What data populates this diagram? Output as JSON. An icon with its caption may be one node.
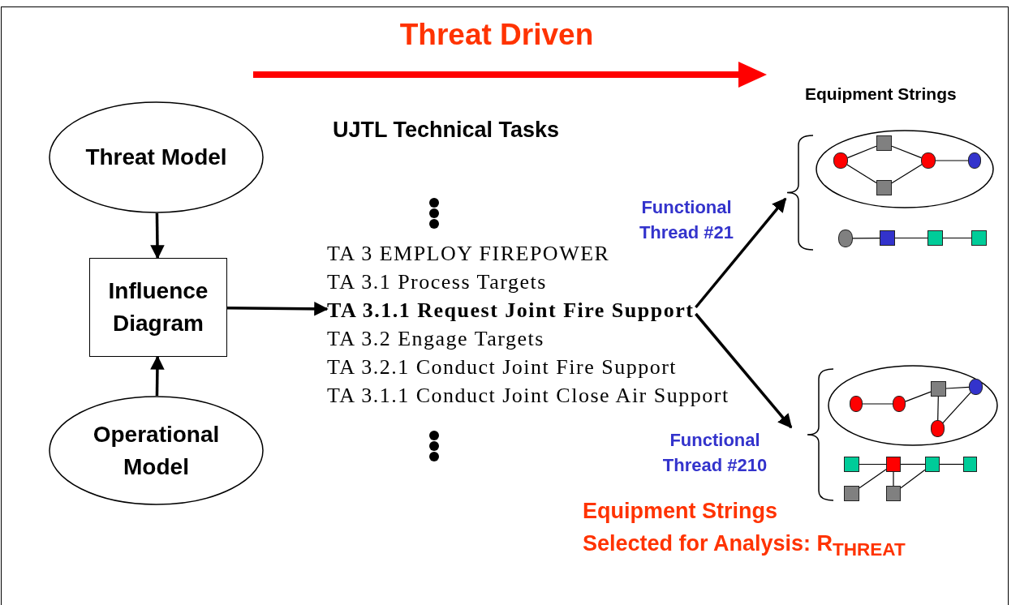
{
  "diagram": {
    "title": "Threat Driven",
    "nodes": [
      {
        "text": [
          "Threat Model"
        ]
      },
      {
        "text": [
          "Influence Diagram"
        ]
      },
      {
        "text": [
          "Operational Model"
        ]
      },
      {
        "text": [
          "TA 3.1.1 Request Joint Fire Support"
        ]
      },
      {
        "text": [],
        "shape": "ellipse"
      },
      {
        "text": [],
        "shape": "circle",
        "in": 4
      },
      {
        "text": [],
        "shape": "box",
        "in": 4
      },
      {
        "text": [],
        "shape": "box",
        "in": 4
      },
      {
        "text": [],
        "shape": "circle",
        "in": 4
      },
      {
        "text": [],
        "shape": "circle",
        "in": 4
      },
      {
        "text": [],
        "shape": "circle"
      },
      {
        "text": [],
        "shape": "box"
      },
      {
        "text": [],
        "shape": "box"
      },
      {
        "text": [],
        "shape": "box"
      },
      {
        "text": [],
        "shape": "ellipse"
      },
      {
        "text": [],
        "shape": "circle",
        "in": 14
      },
      {
        "text": [],
        "shape": "circle",
        "in": 14
      },
      {
        "text": [],
        "shape": "box",
        "in": 14
      },
      {
        "text": [],
        "shape": "circle",
        "in": 14
      },
      {
        "text": [],
        "shape": "circle",
        "in": 14
      },
      {
        "text": [],
        "shape": "box"
      },
      {
        "text": [],
        "shape": "box"
      },
      {
        "text": [],
        "shape": "box"
      },
      {
        "text": [],
        "shape": "box"
      },
      {
        "text": [],
        "shape": "box"
      },
      {
        "text": [],
        "shape": "box"
      }
    ],
    "edges": [
      {
        "from": 0,
        "to": 1,
        "arrow": "to",
        "style": "thick"
      },
      {
        "from": 2,
        "to": 1,
        "arrow": "to",
        "style": "thick"
      },
      {
        "from": 1,
        "to": 3,
        "arrow": "to",
        "style": "thick"
      },
      {
        "from": 3,
        "to": 4,
        "arrow": "to",
        "style": "thick",
        "label": "Functional Thread #21"
      },
      {
        "from": 3,
        "to": 14,
        "arrow": "to",
        "style": "thick",
        "label": "Functional Thread #210"
      },
      {
        "from": 5,
        "to": 6,
        "arrow": "none"
      },
      {
        "from": 5,
        "to": 7,
        "arrow": "none"
      },
      {
        "from": 6,
        "to": 8,
        "arrow": "none"
      },
      {
        "from": 7,
        "to": 8,
        "arrow": "none"
      },
      {
        "from": 8,
        "to": 9,
        "arrow": "none"
      },
      {
        "from": 10,
        "to": 11,
        "arrow": "none"
      },
      {
        "from": 11,
        "to": 12,
        "arrow": "none"
      },
      {
        "from": 12,
        "to": 13,
        "arrow": "none"
      },
      {
        "from": 15,
        "to": 16,
        "arrow": "none"
      },
      {
        "from": 16,
        "to": 17,
        "arrow": "none"
      },
      {
        "from": 17,
        "to": 18,
        "arrow": "none"
      },
      {
        "from": 17,
        "to": 19,
        "arrow": "none"
      },
      {
        "from": 19,
        "to": 18,
        "arrow": "none"
      },
      {
        "from": 20,
        "to": 21,
        "arrow": "none"
      },
      {
        "from": 21,
        "to": 22,
        "arrow": "none"
      },
      {
        "from": 22,
        "to": 23,
        "arrow": "none"
      },
      {
        "from": 24,
        "to": 21,
        "arrow": "none"
      },
      {
        "from": 21,
        "to": 25,
        "arrow": "none"
      },
      {
        "from": 25,
        "to": 22,
        "arrow": "none"
      }
    ],
    "labels": [
      "Equipment Strings",
      "UJTL Technical Tasks",
      "TA 3 EMPLOY FIREPOWER",
      "TA 3.1 Process Targets",
      "TA 3.2 Engage Targets",
      "TA 3.2.1 Conduct Joint Fire Support",
      "TA 3.1.1 Conduct Joint Close Air Support",
      "Equipment Strings",
      "Selected for Analysis: R$_{THREAT}$"
    ]
  }
}
